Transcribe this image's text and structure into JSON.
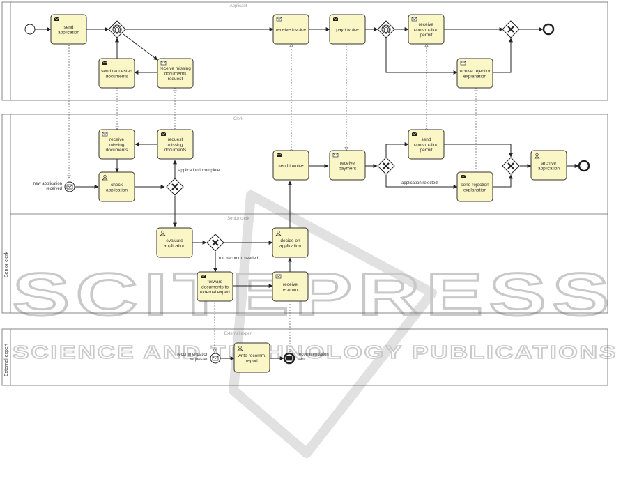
{
  "pools": {
    "applicant": "Applicant",
    "clerk": "Clerk",
    "senior_clerk_lane": "Senior clerk",
    "senior_clerk_pool": "Senior clerk",
    "external_expert_lane": "External expert",
    "external_expert_pool": "External expert"
  },
  "tasks": {
    "send_application": [
      "send",
      "application"
    ],
    "send_requested_documents": [
      "send requested",
      "documents"
    ],
    "receive_missing_documents_request": [
      "receive missing",
      "documents",
      "request"
    ],
    "receive_invoice": [
      "receive invoice"
    ],
    "pay_invoice": [
      "pay invoice"
    ],
    "receive_construction_permit": [
      "receive",
      "construction",
      "permit"
    ],
    "receive_rejection_explanation": [
      "receive rejection",
      "explanation"
    ],
    "receive_missing_documents": [
      "receive",
      "missing",
      "documents"
    ],
    "request_missing_documents": [
      "request",
      "missing",
      "documents"
    ],
    "check_application": [
      "check",
      "application"
    ],
    "send_invoice": [
      "send invoice"
    ],
    "receive_payment": [
      "receive",
      "payment"
    ],
    "send_construction_permit": [
      "send",
      "construction",
      "permit"
    ],
    "send_rejection_explanation": [
      "send rejection",
      "explanation"
    ],
    "archive_application": [
      "archive",
      "application"
    ],
    "evaluate_application": [
      "evaluate",
      "application"
    ],
    "decide_on_application": [
      "decide on",
      "application"
    ],
    "forward_documents": [
      "forward",
      "documents to",
      "external expert"
    ],
    "receive_recomm": [
      "receive",
      "recomm."
    ],
    "write_recomm_report": [
      "write recomm.",
      "report"
    ]
  },
  "events": {
    "new_application_received": [
      "new application",
      "received"
    ],
    "recommendation_requested": [
      "recommendation",
      "requested"
    ],
    "recommendation_sent": [
      "recommendation",
      "sent"
    ]
  },
  "flow_labels": {
    "application_incomplete": "application incomplete",
    "application_rejected": "application rejected",
    "ext_recomm_needed": "ext. recomm. needed"
  },
  "watermark": {
    "main": "SCITEPRESS",
    "sub": "SCIENCE AND TECHNOLOGY PUBLICATIONS"
  }
}
